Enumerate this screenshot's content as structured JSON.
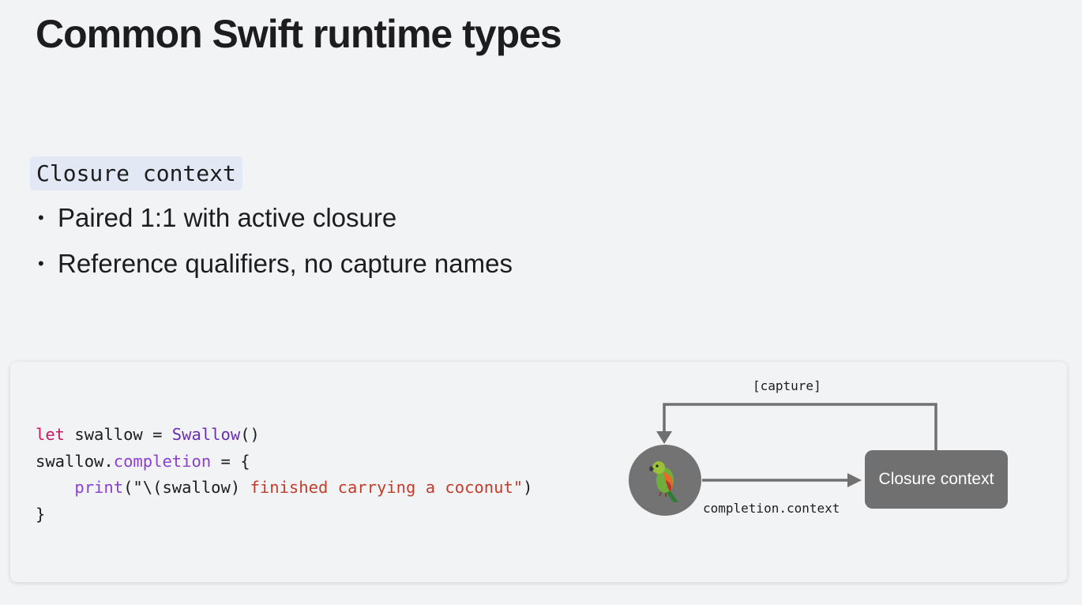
{
  "title": "Common Swift runtime types",
  "section_label": "Closure context",
  "bullets": [
    "Paired 1:1 with active closure",
    "Reference qualifiers, no capture names"
  ],
  "code": {
    "line1": {
      "kw": "let",
      "rest_a": " swallow = ",
      "type": "Swallow",
      "rest_b": "()"
    },
    "line2": {
      "ident": "swallow.",
      "prop": "completion",
      "rest": " = {"
    },
    "line3": {
      "indent": "    ",
      "fn": "print",
      "open": "(\"\\(swallow) ",
      "str": "finished carrying a coconut\"",
      "close": ")"
    },
    "line4": "}"
  },
  "diagram": {
    "capture_label": "[capture]",
    "edge_label": "completion.context",
    "node_box_label": "Closure context",
    "node_circle_icon": "parrot-icon"
  },
  "colors": {
    "background": "#f2f3f5",
    "chip": "#e2e8f4",
    "keyword": "#c51b63",
    "type": "#6b2fb3",
    "property": "#8b40cf",
    "string": "#c23d2a",
    "node": "#707070"
  }
}
